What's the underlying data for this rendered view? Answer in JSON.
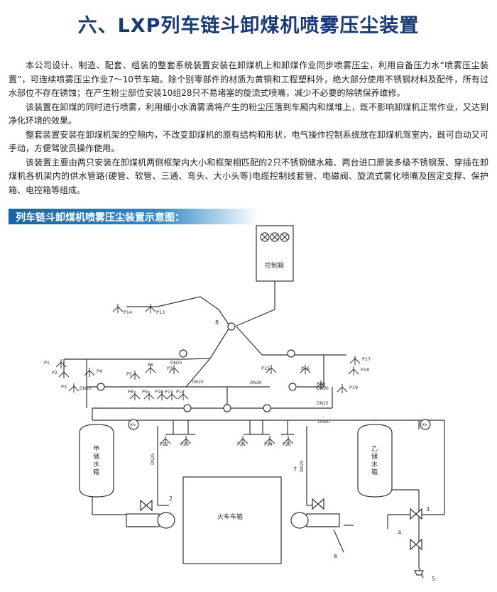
{
  "header": {
    "title": "六、LXP列车链斗卸煤机喷雾压尘装置"
  },
  "intro": {
    "paragraphs": [
      "本公司设计、制造、配套、组装的整套系统装置安装在卸煤机上和卸煤作业同步喷雾压尘，利用自备压力水“喷雾压尘装置”，可连续喷雾压尘作业7～10节车箱。除个别零部件的材质为黄铜和工程塑料外，绝大部分使用不锈钢材料及配件，所有过水部位不存在锈蚀；在产生粉尘部位安装10组28只不易堵塞的旋流式喷嘴，减少不必要的除锈保养维修。",
      "该装置在卸煤的同时进行喷雾，利用细小水滴雾滴将产生的粉尘压落到车厢内和煤堆上，既不影响卸煤机正常作业，又达到净化环境的效果。",
      "整套装置安装在卸煤机架的空隙内，不改变卸煤机的原有结构和形状，电气操作控制系统放在卸煤机驾室内，既可自动又可手动，方便驾驶员操作使用。",
      "该装置主要由两只安装在卸煤机两侧框架内大小和框架相匹配的2只不锈钢储水箱、两台进口原装多级不锈钢泵、穿插在卸煤机各机架内的供水管路(硬管、软管、三通、弯头、大小头等)电缆控制线套管、电磁阀、旋流式雾化喷嘴及固定支撑、保护箱、电控箱等组成。"
    ]
  },
  "section": {
    "heading": "列车链斗卸煤机喷雾压尘装置示意图："
  },
  "diagram": {
    "control_box": "控制箱",
    "tank_left": [
      "甲",
      "储",
      "水",
      "箱"
    ],
    "tank_right": [
      "乙",
      "储",
      "水",
      "箱"
    ],
    "train_box": "火车车箱",
    "pipe_labels": {
      "dn20_a": "DN20",
      "dn20_b": "DN20",
      "dn20_c": "DN20",
      "dn20_d": "DN20",
      "dn25_a": "DN25",
      "dn25_b": "DN25",
      "dn25_c": "DN25",
      "dn50": "DN50",
      "dn25_d": "DN25"
    },
    "gauges": {
      "left": "MPa",
      "right": "MPa"
    },
    "nozzles": [
      "P1",
      "P2",
      "P3",
      "P4",
      "P5",
      "P6",
      "P7",
      "P8",
      "P9",
      "P10",
      "P11",
      "P12",
      "P13",
      "P14",
      "P15",
      "P16",
      "P17",
      "P18",
      "P19",
      "P20",
      "P21",
      "P22",
      "P23",
      "P24",
      "P25"
    ],
    "markers": {
      "m2": "2",
      "m3": "3",
      "m4": "4",
      "m5": "5",
      "m6": "6",
      "m7": "7",
      "m8": "8"
    }
  }
}
